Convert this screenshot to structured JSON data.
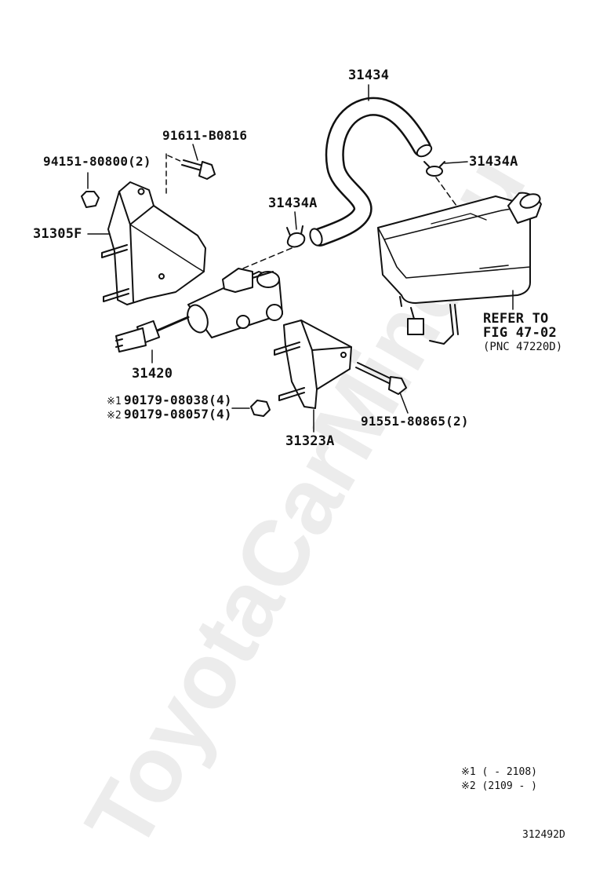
{
  "watermark": "ToyotaCarMine.ru",
  "labels": {
    "hose": "31434",
    "bolt_top": "91611-B0816",
    "nut_top": "94151-80800(2)",
    "clamp_right": "31434A",
    "clamp_left": "31434A",
    "bracket_left": "31305F",
    "master_cylinder": "31420",
    "bracket_lower": "31323A",
    "nut_1": "90179-08038(4)",
    "nut_2": "90179-08057(4)",
    "bolt_lower": "91551-80865(2)",
    "refer_line1": "REFER TO",
    "refer_line2": "FIG 47-02",
    "refer_line3": "(PNC 47220D)"
  },
  "markers": {
    "m1": "※1",
    "m2": "※2"
  },
  "footnotes": {
    "note1": "※1 (     - 2108)",
    "note2": "※2 (2109 -     )"
  },
  "figure_id": "312492D"
}
